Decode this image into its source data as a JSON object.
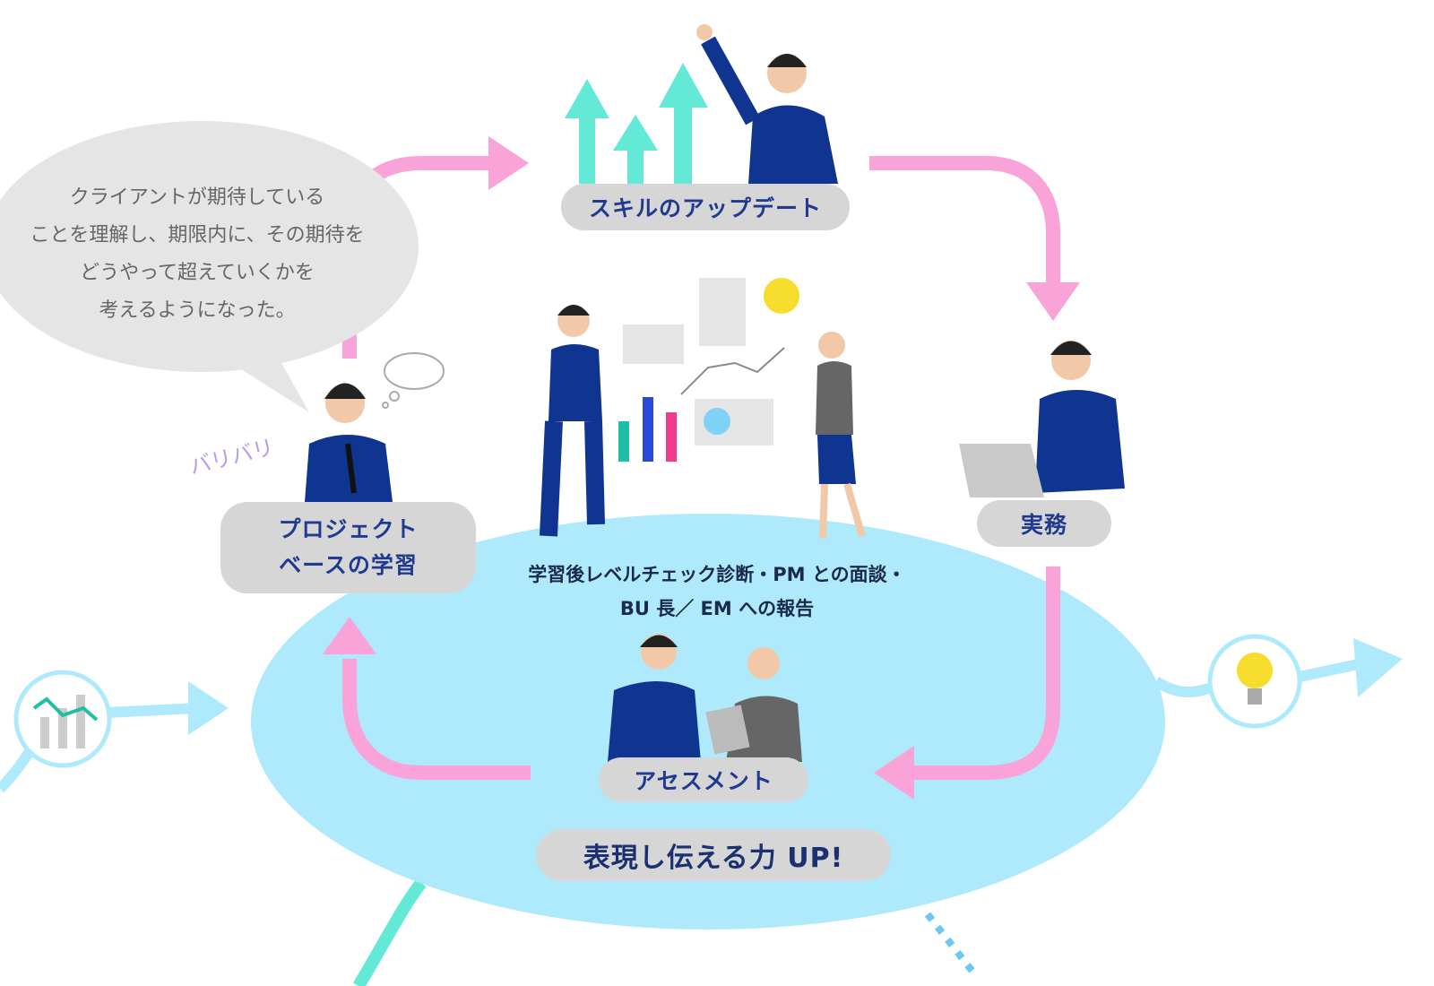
{
  "bubble": {
    "lines": [
      "クライアントが期待している",
      "ことを理解し、期限内に、その期待を",
      "どうやって超えていくかを",
      "考えるようになった。"
    ]
  },
  "exclamation": "バリバリ",
  "steps": {
    "skill_update": "スキルのアップデート",
    "work": "実務",
    "assessment": "アセスメント",
    "project_learning": [
      "プロジェクト",
      "ベースの学習"
    ]
  },
  "center_caption": [
    "学習後レベルチェック診断・PM との面談・",
    "BU 長／ EM への報告"
  ],
  "result": "表現し伝える力 UP!",
  "colors": {
    "cycle_arrow": "#f9a3d9",
    "ellipse": "#aee9fc",
    "up_arrow": "#63e9d6",
    "navy": "#1f3a8f",
    "pill": "#d6d6d6"
  }
}
